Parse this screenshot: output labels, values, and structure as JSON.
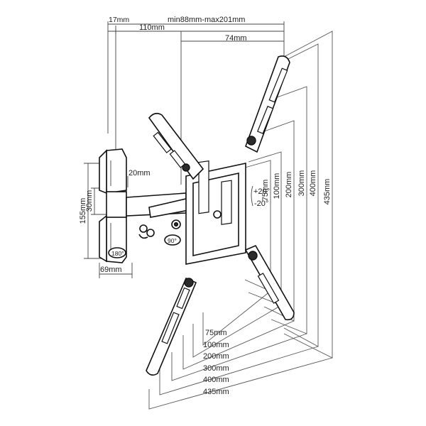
{
  "dimensions": {
    "top_depth_range": "min88mm-max201mm",
    "wall_plate_depth": "17mm",
    "arm_depth": "110mm",
    "bracket_depth": "74mm",
    "wall_plate_height": "155mm",
    "wall_plate_width": "69mm",
    "arm_thickness": "30mm",
    "arm_gap": "20mm",
    "swivel_angle": "180°",
    "rotation_angle": "90°",
    "tilt_up": "+20°",
    "tilt_down": "-20°"
  },
  "vesa_vertical": [
    "75mm",
    "100mm",
    "200mm",
    "300mm",
    "400mm",
    "435mm"
  ],
  "vesa_horizontal": [
    "75mm",
    "100mm",
    "200mm",
    "300mm",
    "400mm",
    "435mm"
  ]
}
